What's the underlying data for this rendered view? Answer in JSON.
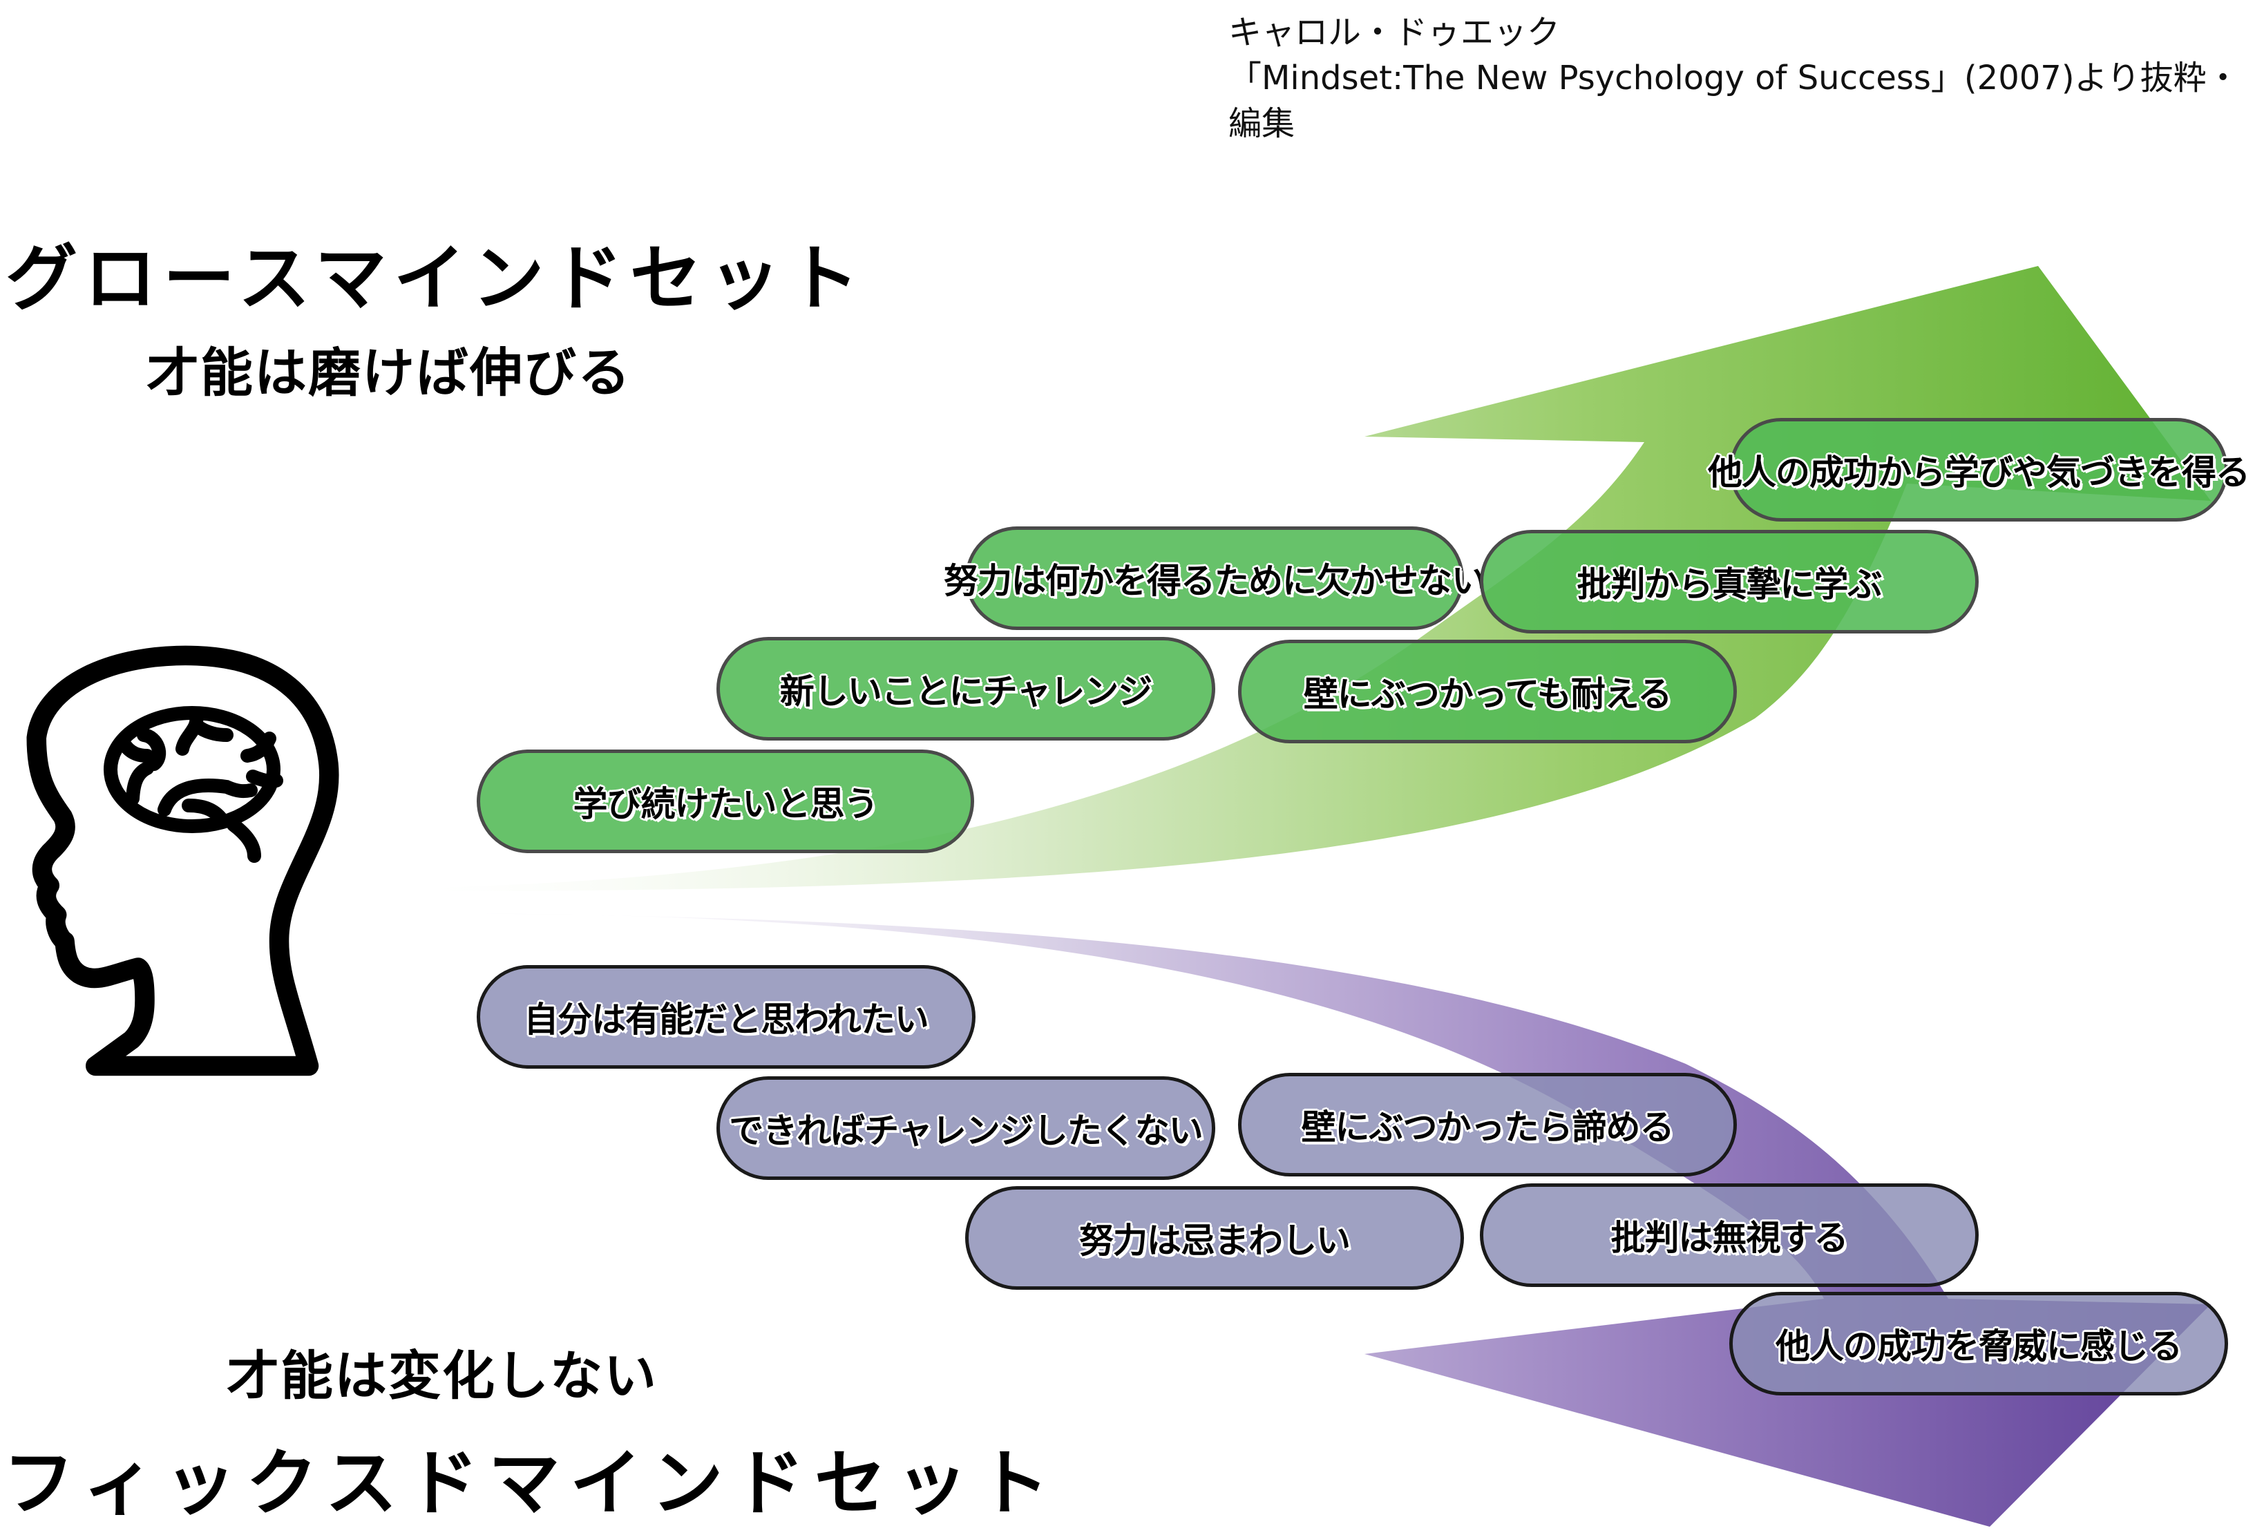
{
  "citation": {
    "author": "キャロル・ドゥエック",
    "work": "「Mindset:The New Psychology of Success」(2007)より抜粋・",
    "note": "編集"
  },
  "growth": {
    "title": "グロースマインドセット",
    "subtitle": "才能は磨けば伸びる",
    "color_start": "#e8f3dc",
    "color_end": "#5fb030",
    "items": [
      "学び続けたいと思う",
      "新しいことにチャレンジ",
      "壁にぶつかっても耐える",
      "努力は何かを得るために欠かせない",
      "批判から真摯に学ぶ",
      "他人の成功から学びや気づきを得る"
    ]
  },
  "fixed": {
    "title": "フィックスドマインドセット",
    "subtitle": "才能は変化しない",
    "color_start": "#ece8f4",
    "color_end": "#5e3e98",
    "items": [
      "自分は有能だと思われたい",
      "できればチャレンジしたくない",
      "壁にぶつかったら諦める",
      "努力は忌まわしい",
      "批判は無視する",
      "他人の成功を脅威に感じる"
    ]
  },
  "icon": "head-with-brain-icon"
}
